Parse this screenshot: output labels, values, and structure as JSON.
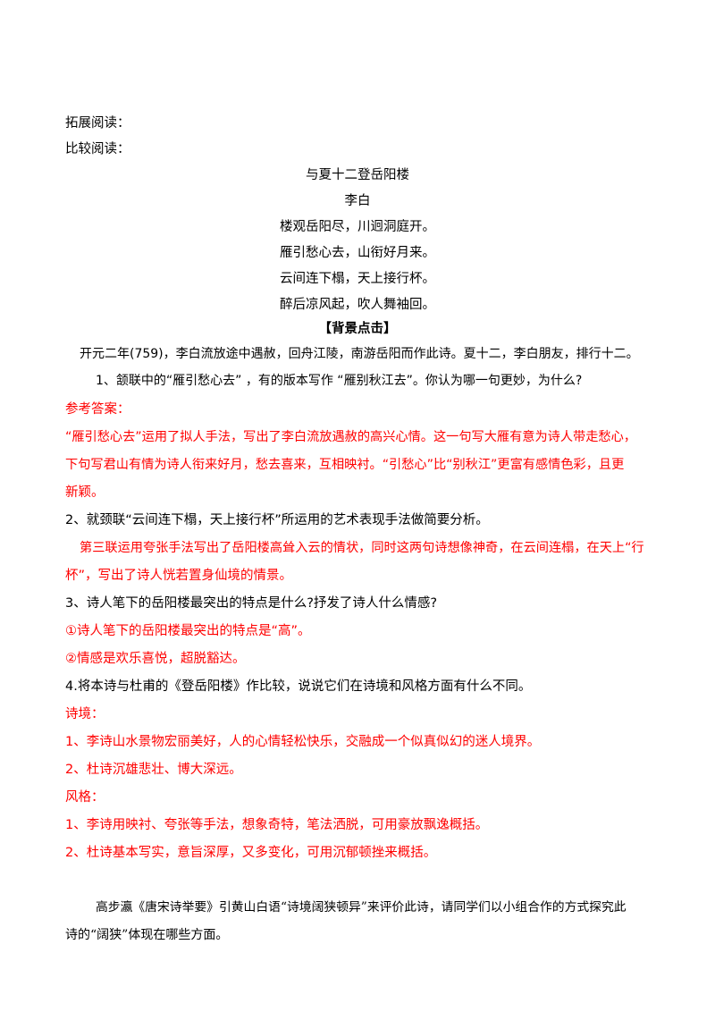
{
  "header": {
    "extended_reading": "拓展阅读：",
    "comparative_reading": "比较阅读："
  },
  "poem": {
    "title": "与夏十二登岳阳楼",
    "author": "李白",
    "lines": [
      "楼观岳阳尽，川迥洞庭开。",
      "雁引愁心去，山衔好月来。",
      "云间连下榻，天上接行杯。",
      "醉后凉风起，吹人舞袖回。"
    ]
  },
  "background": {
    "heading": "【背景点击】",
    "text": "开元二年(759)，李白流放途中遇赦，回舟江陵，南游岳阳而作此诗。夏十二，李白朋友，排行十二。"
  },
  "q1": {
    "question": "1、颔联中的“雁引愁心去” ，有的版本写作 “雁别秋江去”。你认为哪一句更妙，为什么?",
    "answer_label": "参考答案：",
    "answer_lines": [
      "“雁引愁心去”运用了拟人手法，写出了李白流放遇赦的高兴心情。这一句写大雁有意为诗人带走愁心，",
      "下句写君山有情为诗人衔来好月，愁去喜来，互相映衬。“引愁心”比“别秋江”更富有感情色彩，且更",
      "新颖。"
    ]
  },
  "q2": {
    "question": "2、就颈联“云间连下榻，天上接行杯”所运用的艺术表现手法做简要分析。",
    "answer_lines": [
      "第三联运用夸张手法写出了岳阳楼高耸入云的情状，同时这两句诗想像神奇，在云间连榻，在天上“行",
      "杯”，写出了诗人恍若置身仙境的情景。"
    ]
  },
  "q3": {
    "question": "3、诗人笔下的岳阳楼最突出的特点是什么?抒发了诗人什么情感?",
    "answers": [
      "①诗人笔下的岳阳楼最突出的特点是“高”。",
      "②情感是欢乐喜悦，超脱豁达。"
    ]
  },
  "q4": {
    "question": "4.将本诗与杜甫的《登岳阳楼》作比较，说说它们在诗境和风格方面有什么不同。",
    "realm_label": "诗境：",
    "realm_answers": [
      "1、李诗山水景物宏丽美好，人的心情轻松快乐，交融成一个似真似幻的迷人境界。",
      "2、杜诗沉雄悲壮、博大深远。"
    ],
    "style_label": "风格：",
    "style_answers": [
      "1、李诗用映衬、夸张等手法，想象奇特，笔法洒脱，可用豪放飘逸概括。",
      "2、杜诗基本写实，意旨深厚，又多变化，可用沉郁顿挫来概括。"
    ]
  },
  "closing": {
    "lines": [
      "高步瀛《唐宋诗举要》引黄山白语“诗境阔狭顿异”来评价此诗，请同学们以小组合作的方式探究此",
      "诗的“阔狭”体现在哪些方面。"
    ]
  },
  "colors": {
    "answer": "#ff0000",
    "text": "#000000"
  }
}
